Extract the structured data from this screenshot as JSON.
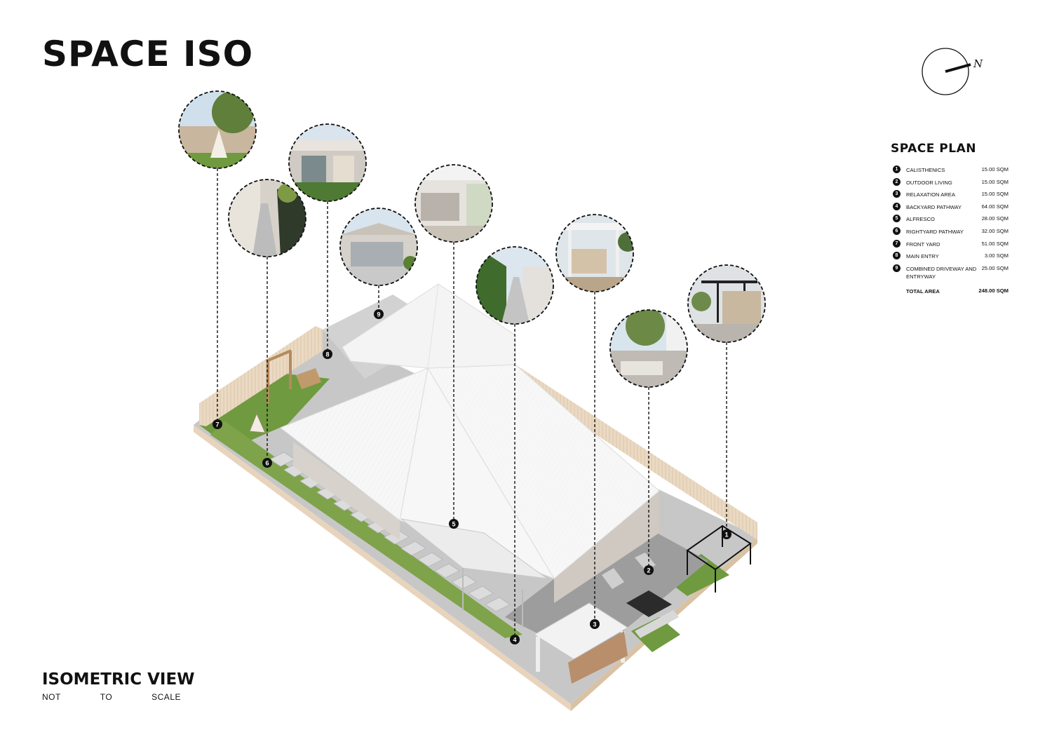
{
  "header": {
    "title": "SPACE ISO"
  },
  "compass": {
    "label": "N"
  },
  "legend": {
    "title": "SPACE PLAN",
    "items": [
      {
        "num": "1",
        "label": "CALISTHENICS",
        "area": "15.00 SQM"
      },
      {
        "num": "2",
        "label": "OUTDOOR LIVING",
        "area": "15.00 SQM"
      },
      {
        "num": "3",
        "label": "RELAXATION AREA",
        "area": "15.00 SQM"
      },
      {
        "num": "4",
        "label": "BACKYARD PATHWAY",
        "area": "64.00 SQM"
      },
      {
        "num": "5",
        "label": "ALFRESCO",
        "area": "28.00 SQM"
      },
      {
        "num": "6",
        "label": "RIGHTYARD PATHWAY",
        "area": "32.00 SQM"
      },
      {
        "num": "7",
        "label": "FRONT YARD",
        "area": "51.00 SQM"
      },
      {
        "num": "8",
        "label": "MAIN ENTRY",
        "area": "3.00 SQM"
      },
      {
        "num": "9",
        "label": "COMBINED DRIVEWAY AND ENTRYWAY",
        "area": "25.00 SQM"
      }
    ],
    "total_label": "TOTAL AREA",
    "total_area": "248.00 SQM"
  },
  "footer": {
    "title": "ISOMETRIC VIEW",
    "scale": [
      "NOT",
      "TO",
      "SCALE"
    ]
  },
  "markers": [
    "1",
    "2",
    "3",
    "4",
    "5",
    "6",
    "7",
    "8",
    "9"
  ],
  "colors": {
    "roof": "#f6f6f6",
    "grass": "#6f9a3f",
    "paving": "#bdbdbd",
    "fence": "#e9d8c4",
    "ink": "#111111"
  }
}
